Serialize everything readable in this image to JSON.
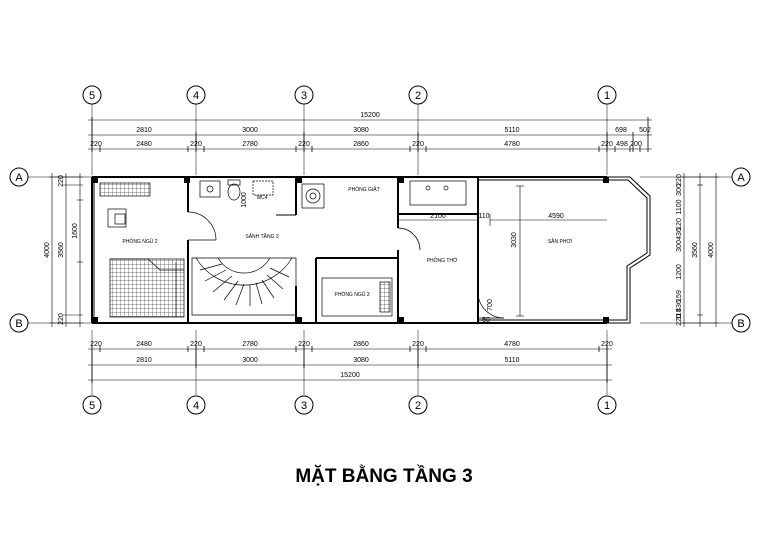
{
  "title": "MẶT BẰNG TẦNG 3",
  "axes_columns": [
    "5",
    "4",
    "3",
    "2",
    "1"
  ],
  "axes_rows": [
    "A",
    "B"
  ],
  "top_dims": {
    "total": "15200",
    "segments": [
      "2810",
      "3000",
      "3080",
      "5110",
      "698",
      "502"
    ],
    "inner": [
      "220",
      "2480",
      "220",
      "2780",
      "220",
      "2860",
      "220",
      "4780",
      "220",
      "498",
      "200"
    ]
  },
  "bottom_dims": {
    "inner": [
      "220",
      "2480",
      "220",
      "2780",
      "220",
      "2860",
      "220",
      "4780",
      "220"
    ],
    "segments": [
      "2810",
      "3000",
      "3080",
      "5110"
    ],
    "total": "15200"
  },
  "left_dims": {
    "total": "4000",
    "inner": "3560",
    "wall_top": "220",
    "wall_bottom": "220",
    "room": "1600"
  },
  "right_dims": {
    "total": "4000",
    "inner": "3560",
    "segments": [
      "220",
      "300",
      "1100",
      "120",
      "436",
      "300",
      "1200",
      "159",
      "436",
      "115",
      "220"
    ]
  },
  "interior_dims": [
    "1000",
    "2100",
    "110",
    "4590",
    "3030",
    "700",
    "50"
  ],
  "rooms": {
    "bedroom2": "PHÒNG NGỦ 2",
    "wc4": "WC4",
    "laundry": "PHÒNG GIẶT",
    "hall": "SẢNH TẦNG 3",
    "shrine": "PHÒNG THỜ",
    "bedroom3": "PHÒNG NGỦ 3",
    "terrace": "SÂN PHƠI"
  }
}
